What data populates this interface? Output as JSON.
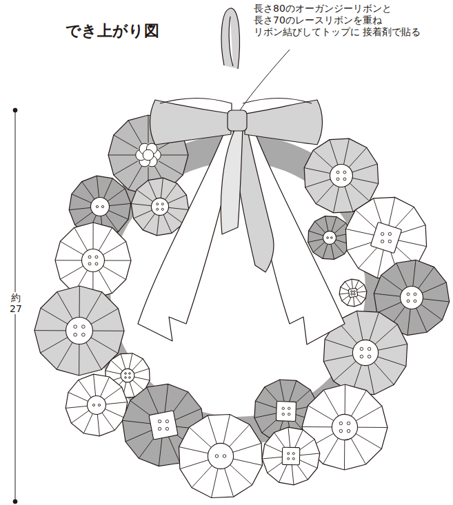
{
  "diagram": {
    "title": "でき上がり図",
    "labels": [
      "長さ80のオーガンジーリボンと 長さ70のレースリボンを重ね リボン結びしてトップに 接着剤で貼る",
      "約 27"
    ]
  }
}
